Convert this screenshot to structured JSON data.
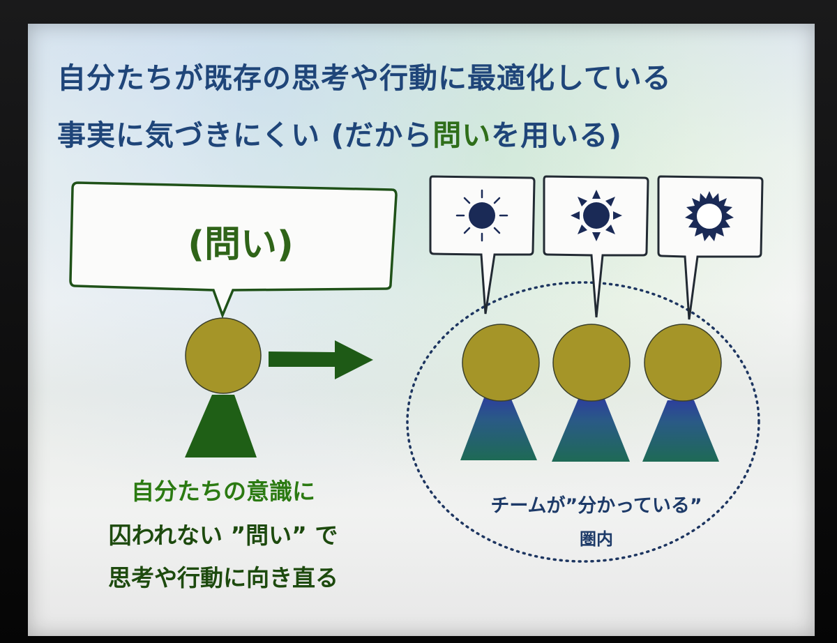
{
  "title": {
    "line1": "自分たちが既存の思考や行動に最適化している",
    "line2_part1": "事実に気づきにくい (だから",
    "line2_accent": "問い",
    "line2_part2": "を用いる)"
  },
  "question_bubble": {
    "text": "(問い)"
  },
  "left_caption": {
    "line1": "自分たちの意識に",
    "line2": "囚われない ”問い” で",
    "line3": "思考や行動に向き直る"
  },
  "right_caption": {
    "line1": "チームが”分かっている”",
    "line2": "圏内"
  },
  "icons": [
    "sun-rays-icon",
    "sun-triangles-icon",
    "sun-spiky-icon"
  ],
  "colors": {
    "title": "#1f4579",
    "accent": "#2f6e1a",
    "head": "#a59528",
    "body_green": "#1f5f16",
    "body_blue": "#2a4f8a",
    "ellipse": "#1d3560"
  }
}
